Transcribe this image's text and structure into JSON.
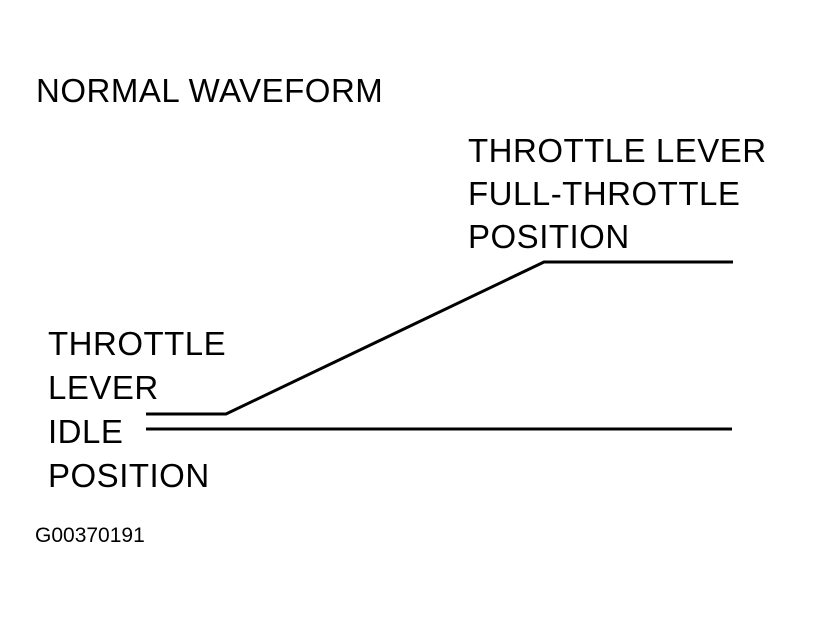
{
  "diagram": {
    "title": "NORMAL WAVEFORM",
    "full_throttle_label": {
      "line1": "THROTTLE LEVER",
      "line2": "FULL-THROTTLE",
      "line3": "POSITION"
    },
    "idle_label": {
      "line1": "THROTTLE",
      "line2": "LEVER",
      "line3": "IDLE",
      "line4": "POSITION"
    },
    "figure_id": "G00370191",
    "line_color": "#000000"
  }
}
